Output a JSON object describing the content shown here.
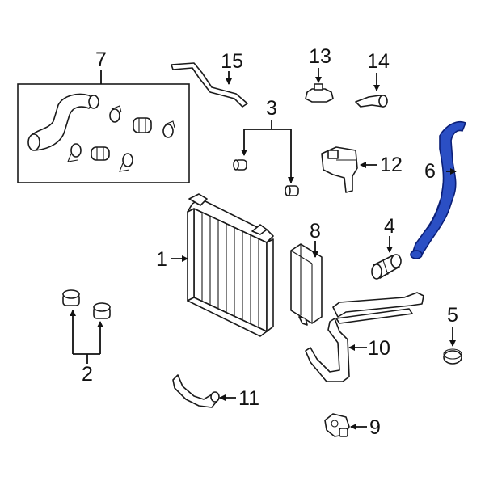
{
  "callouts": {
    "c1": "1",
    "c2": "2",
    "c3": "3",
    "c4": "4",
    "c5": "5",
    "c6": "6",
    "c7": "7",
    "c8": "8",
    "c9": "9",
    "c10": "10",
    "c11": "11",
    "c12": "12",
    "c13": "13",
    "c14": "14",
    "c15": "15"
  },
  "colors": {
    "highlight_fill": "#2b4fc4",
    "highlight_stroke": "#0b1f78",
    "line": "#1a1a1a"
  }
}
